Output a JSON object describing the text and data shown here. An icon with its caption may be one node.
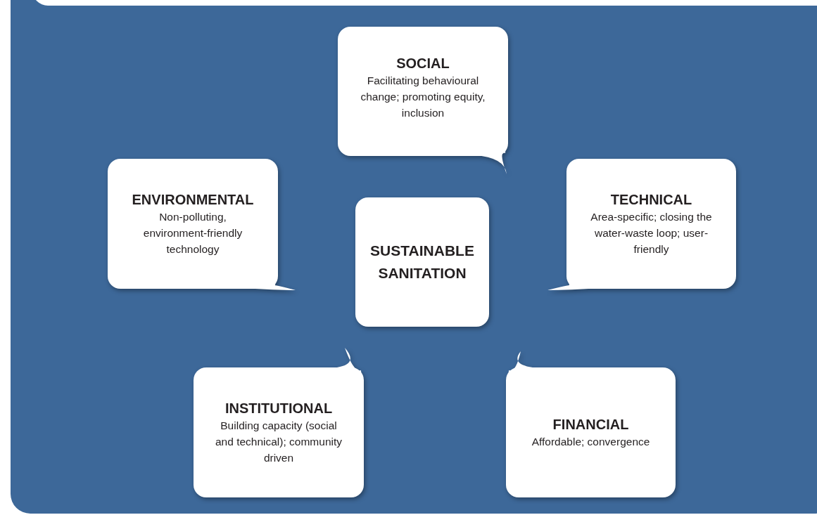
{
  "diagram": {
    "nodes": [
      {
        "text": [
          "SOCIAL",
          "Facilitating behavioural change; promoting equity, inclusion"
        ]
      },
      {
        "text": [
          "ENVIRONMENTAL",
          "Non-polluting, environment-friendly technology"
        ]
      },
      {
        "text": [
          "SUSTAINABLE SANITATION"
        ]
      },
      {
        "text": [
          "TECHNICAL",
          "Area-specific; closing the water-waste loop; user- friendly"
        ]
      },
      {
        "text": [
          "INSTITUTIONAL",
          "Building capacity (social and technical); community driven"
        ]
      },
      {
        "text": [
          "FINANCIAL",
          "Affordable; convergence"
        ]
      }
    ]
  }
}
